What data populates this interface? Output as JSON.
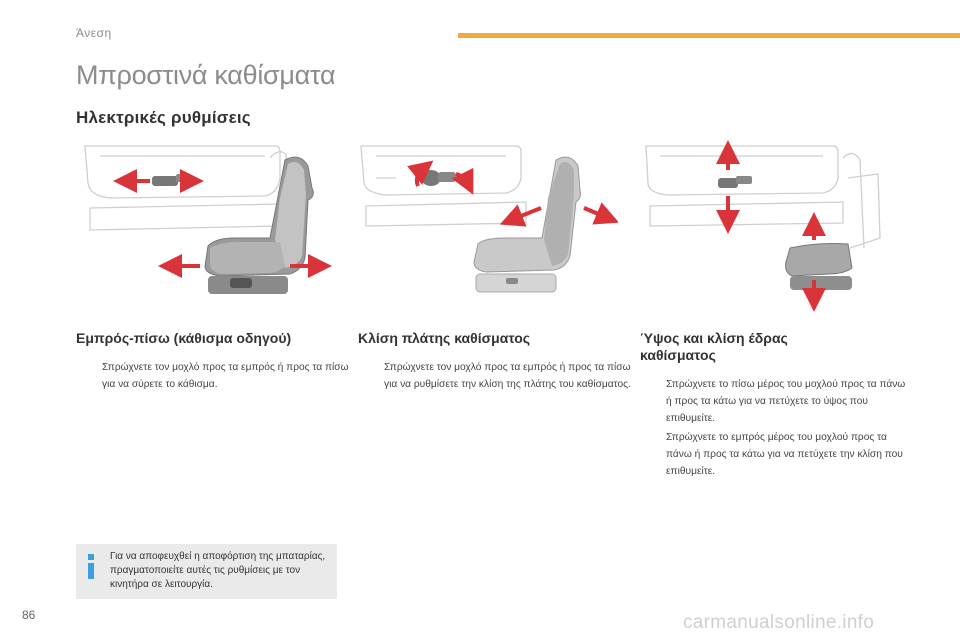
{
  "header": {
    "section_label": "Άνεση",
    "accent_color": "#f2a93b"
  },
  "page_title": "Μπροστινά καθίσματα",
  "subtitle": "Ηλεκτρικές ρυθμίσεις",
  "columns": [
    {
      "heading": "Εμπρός-πίσω (κάθισμα οδηγού)",
      "items": [
        "Σπρώχνετε τον μοχλό προς τα εμπρός ή προς τα πίσω για να σύρετε το κάθισμα."
      ]
    },
    {
      "heading": "Κλίση πλάτης καθίσματος",
      "items": [
        "Σπρώχνετε τον μοχλό προς τα εμπρός ή προς τα πίσω για να ρυθμίσετε την κλίση της πλάτης του καθίσματος."
      ]
    },
    {
      "heading": "Ύψος και κλίση έδρας καθίσματος",
      "items": [
        "Σπρώχνετε το πίσω μέρος του μοχλού προς τα πάνω ή προς τα κάτω για να πετύχετε το ύψος που επιθυμείτε.",
        "Σπρώχνετε το εμπρός μέρος του μοχλού προς τα πάνω ή προς τα κάτω για να πετύχετε την κλίση που επιθυμείτε."
      ]
    }
  ],
  "bullet_glyph": "",
  "info_box": {
    "icon": "info-icon",
    "text": "Για να αποφευχθεί η αποφόρτιση της μπαταρίας, πραγματοποιείτε αυτές τις ρυθμίσεις με τον κινητήρα σε λειτουργία."
  },
  "page_number": "86",
  "watermark": "carmanualsonline.info",
  "colors": {
    "arrow": "#d9343a",
    "info_icon": "#3aa0dc",
    "outline": "#cfcfcf"
  }
}
